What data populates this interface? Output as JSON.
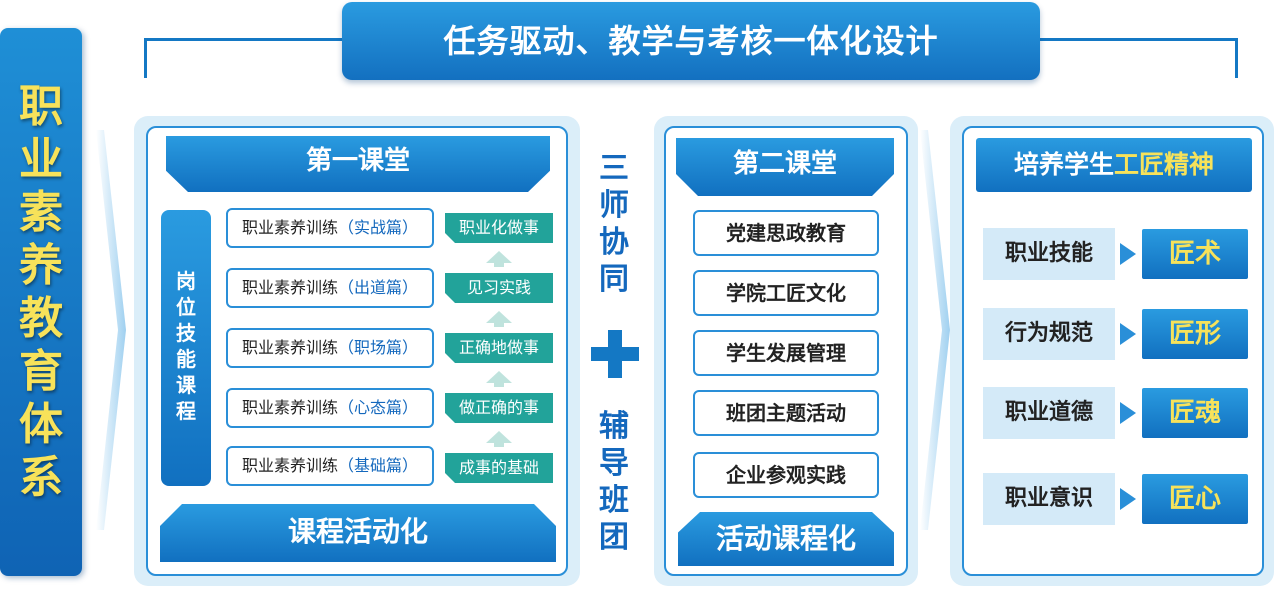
{
  "left_banner": {
    "chars": [
      "职",
      "业",
      "素",
      "养",
      "教",
      "育",
      "体",
      "系"
    ]
  },
  "title": "任务驱动、教学与考核一体化设计",
  "first_class": {
    "heading": "第一课堂",
    "side_label_chars": [
      "岗",
      "位",
      "技",
      "能",
      "课",
      "程"
    ],
    "trainings": [
      {
        "prefix": "职业素养训练",
        "part": "（实战篇）"
      },
      {
        "prefix": "职业素养训练",
        "part": "（出道篇）"
      },
      {
        "prefix": "职业素养训练",
        "part": "（职场篇）"
      },
      {
        "prefix": "职业素养训练",
        "part": "（心态篇）"
      },
      {
        "prefix": "职业素养训练",
        "part": "（基础篇）"
      }
    ],
    "steps": [
      "职业化做事",
      "见习实践",
      "正确地做事",
      "做正确的事",
      "成事的基础"
    ],
    "footer": "课程活动化"
  },
  "middle": {
    "top_chars": [
      "三",
      "师",
      "协",
      "同"
    ],
    "bottom_chars": [
      "辅",
      "导",
      "班",
      "团"
    ]
  },
  "second_class": {
    "heading": "第二课堂",
    "items": [
      "党建思政教育",
      "学院工匠文化",
      "学生发展管理",
      "班团主题活动",
      "企业参观实践"
    ],
    "footer": "活动课程化"
  },
  "craftsman": {
    "heading_prefix": "培养学生",
    "heading_highlight": "工匠精神",
    "rows": [
      {
        "attribute": "职业技能",
        "result": "匠术"
      },
      {
        "attribute": "行为规范",
        "result": "匠形"
      },
      {
        "attribute": "职业道德",
        "result": "匠魂"
      },
      {
        "attribute": "职业意识",
        "result": "匠心"
      }
    ]
  },
  "colors": {
    "primary_blue": "#1478c4",
    "teal": "#22a39a",
    "gold": "#f7e25a",
    "light_blue": "#d4eaf8"
  }
}
